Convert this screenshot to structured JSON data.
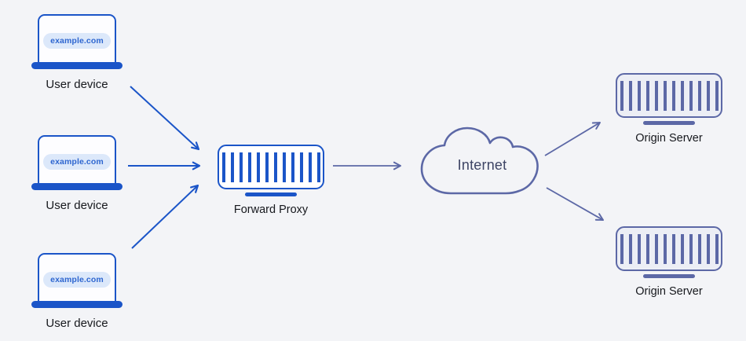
{
  "colors": {
    "bg": "#f3f4f7",
    "blue": "#1b55c8",
    "slate": "#5c68a6",
    "pill_bg": "#dce8fa",
    "pill_text": "#2e66d0",
    "label_text": "#16181d",
    "internet_text": "#3e4565",
    "proxy_fill": "#ffffff",
    "server_fill": "#eceef5",
    "screen_fill": "#fdfdff"
  },
  "user_devices": [
    {
      "label": "User device",
      "browser_url": "example.com"
    },
    {
      "label": "User device",
      "browser_url": "example.com"
    },
    {
      "label": "User device",
      "browser_url": "example.com"
    }
  ],
  "forward_proxy": {
    "label": "Forward Proxy"
  },
  "internet": {
    "label": "Internet"
  },
  "origin_servers": [
    {
      "label": "Origin Server"
    },
    {
      "label": "Origin Server"
    }
  ],
  "icons": [
    "laptop-icon",
    "rack-server-icon",
    "cloud-icon",
    "arrow-icon"
  ]
}
